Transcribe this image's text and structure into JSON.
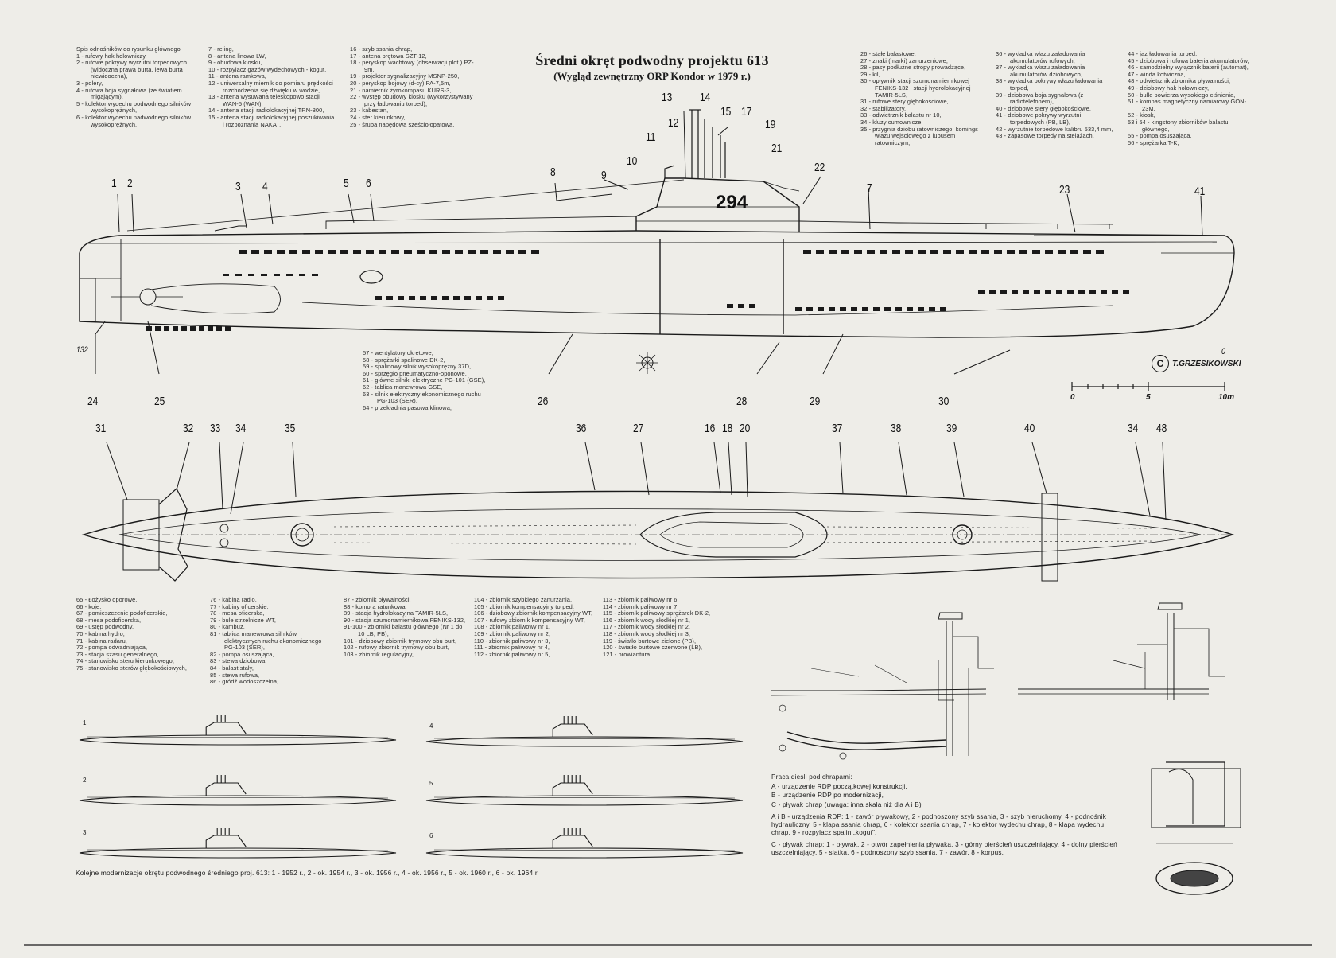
{
  "title": "Średni okręt podwodny projektu 613",
  "subtitle": "(Wygląd zewnętrzny ORP Kondor w 1979 r.)",
  "hull_number": "294",
  "signature": "T.GRZESIKOWSKI",
  "signature_mark": "C",
  "scale": {
    "labels": [
      "0",
      "5",
      "10m"
    ]
  },
  "upper_callouts": [
    "1",
    "2",
    "3",
    "4",
    "5",
    "6",
    "8",
    "9",
    "10",
    "11",
    "12",
    "13",
    "14",
    "15",
    "17",
    "19",
    "21",
    "22",
    "7",
    "23",
    "41"
  ],
  "lower_side_callouts": [
    "132",
    "24",
    "25",
    "26",
    "28",
    "29",
    "30",
    "0"
  ],
  "plan_callouts": [
    "31",
    "32",
    "33",
    "34",
    "35",
    "36",
    "27",
    "16",
    "18",
    "20",
    "37",
    "38",
    "39",
    "40",
    "34",
    "48"
  ],
  "legend_1": [
    "Spis odnośników do rysunku głównego",
    "1 - rufowy hak holowniczy,",
    "2 - rufowe pokrywy wyrzutni torpedowych (widoczna prawa burta, lewa burta niewidoczna),",
    "3 - polery,",
    "4 - rufowa boja sygnałowa (ze światłem migającym),",
    "5 - kolektor wydechu podwodnego silników wysokoprężnych,",
    "6 - kolektor wydechu nadwodnego silników wysokoprężnych,"
  ],
  "legend_2": [
    "7 - reling,",
    "8 - antena linowa LW,",
    "9 - obudowa kiosku,",
    "10 - rozpylacz gazów wydechowych - kogut,",
    "11 - antena ramkowa,",
    "12 - uniwersalny miernik do pomiaru prędkości rozchodzenia się dźwięku w wodzie,",
    "13 - antena wysuwana teleskopowo stacji WAN-5 (WAN),",
    "14 - antena stacji radiolokacyjnej TRN-800,",
    "15 - antena stacji radiolokacyjnej poszukiwania i rozpoznania NAKAT,"
  ],
  "legend_3": [
    "16 - szyb ssania chrap,",
    "17 - antena prętowa SZT-12,",
    "18 - peryskop wachtowy (obserwacji plot.) PZ-9m,",
    "19 - projektor sygnalizacyjny MSNP-250,",
    "20 - peryskop bojowy (d-cy) PA-7,5m,",
    "21 - namiernik żyrokompasu KURS-3,",
    "22 - występ obudowy kiosku (wykorzystywany przy ładowaniu torped),",
    "23 - kabestan,",
    "24 - ster kierunkowy,",
    "25 - śruba napędowa sześciołopatowa,"
  ],
  "legend_4": [
    "26 - stałe balastowe,",
    "27 - znaki (marki) zanurzeniowe,",
    "28 - pasy podłużne stropy prowadzące,",
    "29 - kil,",
    "30 - opływnik stacji szumonamiernikowej FENIKS-132 i stacji hydrolokacyjnej TAMIR-5LS,",
    "31 - rufowe stery głębokościowe,",
    "32 - stabilizatory,",
    "33 - odwietrznik balastu nr 10,",
    "34 - kluzy cumownicze,",
    "35 - przygnia dziobu ratowniczego, komings włazu wejściowego z lubusem ratowniczym,"
  ],
  "legend_5": [
    "36 - wykładka włazu załadowania akumulatorów rufowych,",
    "37 - wykładka włazu załadowania akumulatorów dziobowych,",
    "38 - wykładka pokrywy włazu ładowania torped,",
    "39 - dziobowa boja sygnałowa (z radiotelefonem),",
    "40 - dziobowe stery głębokościowe,",
    "41 - dziobowe pokrywy wyrzutni torpedowych (PB, LB),",
    "42 - wyrzutnie torpedowe kalibru 533,4 mm,",
    "43 - zapasowe torpedy na stelażach,"
  ],
  "legend_6": [
    "44 - jaz ładowania torped,",
    "45 - dziobowa i rufowa bateria akumulatorów,",
    "46 - samodzielny wyłącznik baterii (automat),",
    "47 - winda kotwiczna,",
    "48 - odwietrznik zbiornika pływalności,",
    "49 - dziobowy hak holowniczy,",
    "50 - bulle powierza wysokiego ciśnienia,",
    "51 - kompas magnetyczny namiarowy GON-23M,",
    "52 - kiosk,",
    "53 i 54 - kingstony zbiorników balastu głównego,",
    "55 - pompa osuszająca,",
    "56 - sprężarka T-K,"
  ],
  "legend_mid": [
    "57 - wentylatory okrętowe,",
    "58 - sprężarki spalinowe DK-2,",
    "59 - spalinowy silnik wysokoprężny 37D,",
    "60 - sprzęgło pneumatyczno-oponowe,",
    "61 - główne silniki elektryczne PG-101 (GSE),",
    "62 - tablica manewrowa GSE,",
    "63 - silnik elektryczny ekonomicznego ruchu PG-103 (SER),",
    "64 - przekładnia pasowa klinowa,"
  ],
  "legend_b1": [
    "65 - Łożysko oporowe,",
    "66 - koje,",
    "67 - pomieszczenie podoficerskie,",
    "68 - mesa podoficerska,",
    "69 - ustęp podwodny,",
    "70 - kabina hydro,",
    "71 - kabina radaru,",
    "72 - pompa odwadniająca,",
    "73 - stacja szasu generalnego,",
    "74 - stanowisko steru kierunkowego,",
    "75 - stanowisko sterów głębokościowych,"
  ],
  "legend_b2": [
    "76 - kabina radio,",
    "77 - kabiny oficerskie,",
    "78 - mesa oficerska,",
    "79 - bule strzelnicze WT,",
    "80 - kambuz,",
    "81 - tablica manewrowa silników elektrycznych ruchu ekonomicznego PG-103 (SER),",
    "82 - pompa osuszająca,",
    "83 - stewa dziobowa,",
    "84 - balast stały,",
    "85 - stewa rufowa,",
    "86 - gródź wodoszczelna,"
  ],
  "legend_b3": [
    "87 - zbiornik pływalności,",
    "88 - komora ratunkowa,",
    "89 - stacja hydrolokacyjna TAMIR-5LS,",
    "90 - stacja szumonamiernikowa FENIKS-132,",
    "91-100 - zbiorniki balastu głównego (Nr 1 do 10 LB, PB),",
    "101 - dziobowy zbiornik trymowy obu burt,",
    "102 - rufowy zbiornik trymowy obu burt,",
    "103 - zbiornik regulacyjny,"
  ],
  "legend_b4": [
    "104 - zbiornik szybkiego zanurzania,",
    "105 - zbiornik kompensacyjny torped,",
    "106 - dziobowy zbiornik kompensacyjny WT,",
    "107 - rufowy zbiornik kompensacyjny WT,",
    "108 - zbiornik paliwowy nr 1,",
    "109 - zbiornik paliwowy nr 2,",
    "110 - zbiornik paliwowy nr 3,",
    "111 - zbiornik paliwowy nr 4,",
    "112 - zbiornik paliwowy nr 5,"
  ],
  "legend_b5": [
    "113 - zbiornik paliwowy nr 6,",
    "114 - zbiornik paliwowy nr 7,",
    "115 - zbiornik paliwowy sprężarek DK-2,",
    "116 - zbiornik wody słodkiej nr 1,",
    "117 - zbiornik wody słodkiej nr 2,",
    "118 - zbiornik wody słodkiej nr 3,",
    "119 - światło burtowe zielone (PB),",
    "120 - światło burtowe czerwone (LB),",
    "121 - prowiantura,"
  ],
  "versions": [
    "1",
    "2",
    "3",
    "4",
    "5",
    "6"
  ],
  "caption": "Kolejne modernizacje okrętu podwodnego średniego proj. 613: 1 - 1952 r., 2 - ok. 1954 r., 3 - ok. 1956 r., 4 - ok. 1956 r., 5 - ok. 1960 r., 6 - ok. 1964 r.",
  "snort": {
    "heading": "Praca diesli pod chrapami:",
    "lines": [
      "A - urządzenie RDP początkowej konstrukcji,",
      "B - urządzenie RDP po modernizacji,",
      "C - pływak chrap (uwaga: inna skala niż dla A i B)"
    ],
    "desc_ab": "A i B - urządzenia RDP: 1 - zawór pływakowy, 2 - podnoszony szyb ssania, 3 - szyb nieruchomy, 4 - podnośnik hydrauliczny, 5 - klapa ssania chrap, 6 - kolektor ssania chrap, 7 - kolektor wydechu chrap, 8 - klapa wydechu chrap, 9 - rozpylacz spalin „kogut\".",
    "desc_c": "C - pływak chrap: 1 - pływak, 2 - otwór zapełnienia pływaka, 3 - górny pierścień uszczelniający, 4 - dolny pierścień uszczelniający, 5 - siatka, 6 - podnoszony szyb ssania, 7 - zawór, 8 - korpus."
  }
}
